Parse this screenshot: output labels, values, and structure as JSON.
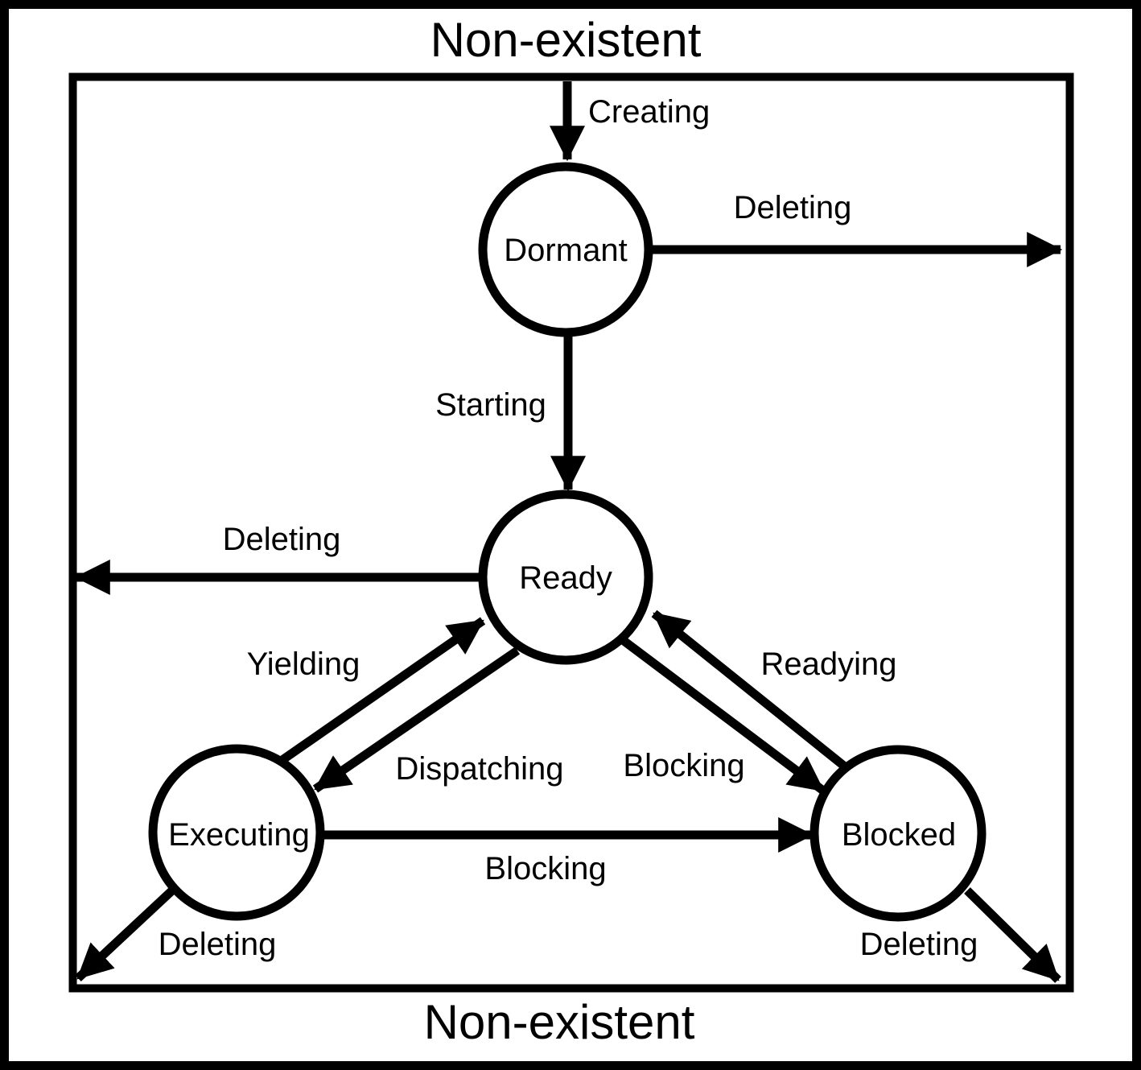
{
  "diagram": {
    "top_label": "Non-existent",
    "bottom_label": "Non-existent",
    "colors": {
      "line": "#000000",
      "background": "#ffffff"
    },
    "states": [
      {
        "id": "dormant",
        "label": "Dormant"
      },
      {
        "id": "ready",
        "label": "Ready"
      },
      {
        "id": "executing",
        "label": "Executing"
      },
      {
        "id": "blocked",
        "label": "Blocked"
      }
    ],
    "transitions": [
      {
        "id": "creating",
        "label": "Creating",
        "from": "non-existent",
        "to": "dormant"
      },
      {
        "id": "deleting-dormant",
        "label": "Deleting",
        "from": "dormant",
        "to": "non-existent"
      },
      {
        "id": "starting",
        "label": "Starting",
        "from": "dormant",
        "to": "ready"
      },
      {
        "id": "deleting-ready",
        "label": "Deleting",
        "from": "ready",
        "to": "non-existent"
      },
      {
        "id": "yielding",
        "label": "Yielding",
        "from": "executing",
        "to": "ready"
      },
      {
        "id": "dispatching",
        "label": "Dispatching",
        "from": "ready",
        "to": "executing"
      },
      {
        "id": "blocking-ready",
        "label": "Blocking",
        "from": "ready",
        "to": "blocked"
      },
      {
        "id": "readying",
        "label": "Readying",
        "from": "blocked",
        "to": "ready"
      },
      {
        "id": "blocking-executing",
        "label": "Blocking",
        "from": "executing",
        "to": "blocked"
      },
      {
        "id": "deleting-executing",
        "label": "Deleting",
        "from": "executing",
        "to": "non-existent"
      },
      {
        "id": "deleting-blocked",
        "label": "Deleting",
        "from": "blocked",
        "to": "non-existent"
      }
    ]
  }
}
